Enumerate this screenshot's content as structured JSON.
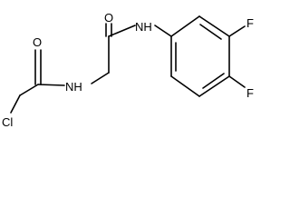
{
  "molecule": {
    "atoms": {
      "chlorine": "Cl",
      "amide_nitrogen_left": "NH",
      "amide_nitrogen_right": "NH",
      "carbonyl_oxygen_left": "O",
      "carbonyl_oxygen_right": "O",
      "fluorine_meta": "F",
      "fluorine_para": "F"
    },
    "colors": {
      "bond": "#000000",
      "label": "#000000",
      "background": "#ffffff"
    }
  }
}
